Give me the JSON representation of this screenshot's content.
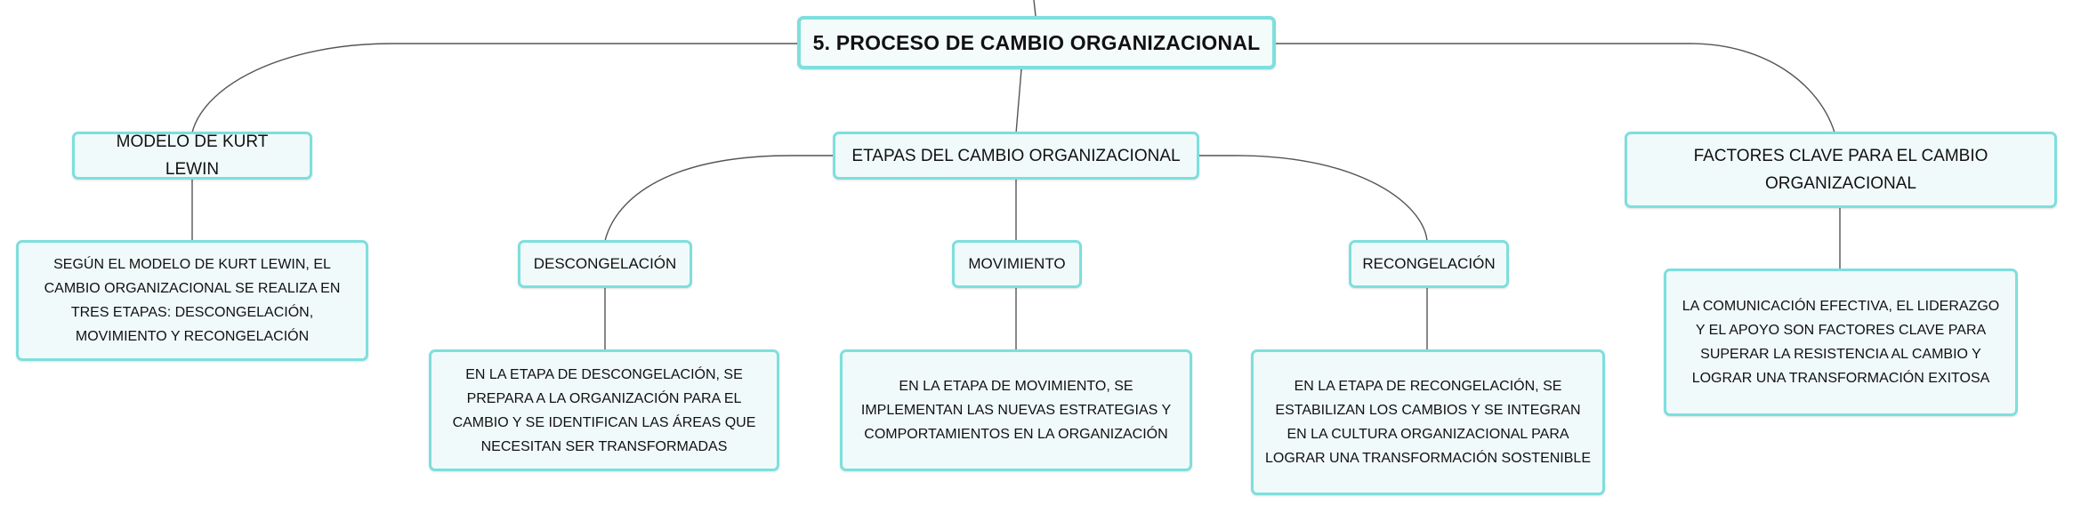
{
  "root": {
    "label": "5. PROCESO DE CAMBIO ORGANIZACIONAL"
  },
  "branches": [
    {
      "label": "MODELO DE KURT LEWIN",
      "description": "SEGÚN EL MODELO DE KURT LEWIN, EL CAMBIO ORGANIZACIONAL SE REALIZA EN TRES ETAPAS: DESCONGELACIÓN, MOVIMIENTO Y RECONGELACIÓN"
    },
    {
      "label": "ETAPAS DEL CAMBIO ORGANIZACIONAL",
      "stages": [
        {
          "label": "DESCONGELACIÓN",
          "description": "EN LA ETAPA DE DESCONGELACIÓN, SE PREPARA A LA ORGANIZACIÓN PARA EL CAMBIO Y SE IDENTIFICAN LAS ÁREAS QUE NECESITAN SER TRANSFORMADAS"
        },
        {
          "label": "MOVIMIENTO",
          "description": "EN LA ETAPA DE MOVIMIENTO, SE IMPLEMENTAN LAS NUEVAS ESTRATEGIAS Y COMPORTAMIENTOS EN LA ORGANIZACIÓN"
        },
        {
          "label": "RECONGELACIÓN",
          "description": "EN LA ETAPA DE RECONGELACIÓN, SE ESTABILIZAN LOS CAMBIOS Y SE INTEGRAN EN LA CULTURA ORGANIZACIONAL PARA LOGRAR UNA TRANSFORMACIÓN SOSTENIBLE"
        }
      ]
    },
    {
      "label": "FACTORES CLAVE PARA EL CAMBIO ORGANIZACIONAL",
      "description": "LA COMUNICACIÓN EFECTIVA, EL LIDERAZGO Y EL APOYO SON FACTORES CLAVE PARA SUPERAR LA RESISTENCIA AL CAMBIO Y LOGRAR UNA TRANSFORMACIÓN EXITOSA"
    }
  ]
}
